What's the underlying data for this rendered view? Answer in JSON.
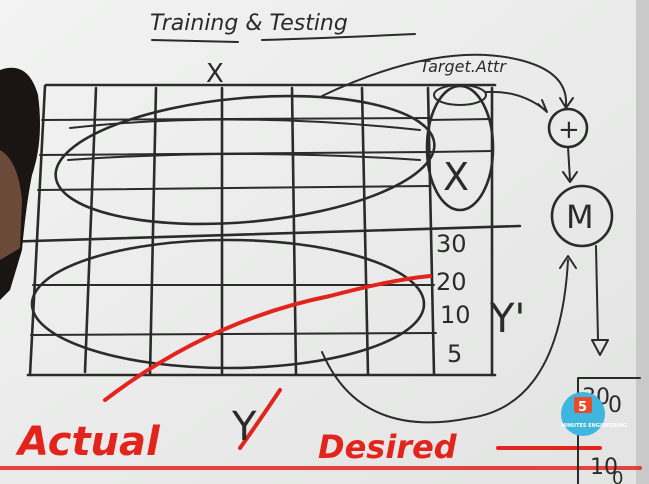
{
  "title": "Training & Testing",
  "target_label": "Target.Attr",
  "x_top": "X",
  "x_target": "X",
  "plus_symbol": "+",
  "model_symbol": "M",
  "y_prime": "Y'",
  "y_label": "Y",
  "target_values": [
    "30",
    "20",
    "10",
    "5"
  ],
  "actual_label": "Actual",
  "desired_label": "Desired",
  "side_values": [
    "30",
    "0",
    "10",
    "0"
  ],
  "logo": {
    "number": "5",
    "text": "MINUTES ENGINEERING",
    "color": "#3fb6dd"
  },
  "colors": {
    "board": "#ecedec",
    "ink": "#2b2b2b",
    "red_marker": "#e3241c"
  }
}
